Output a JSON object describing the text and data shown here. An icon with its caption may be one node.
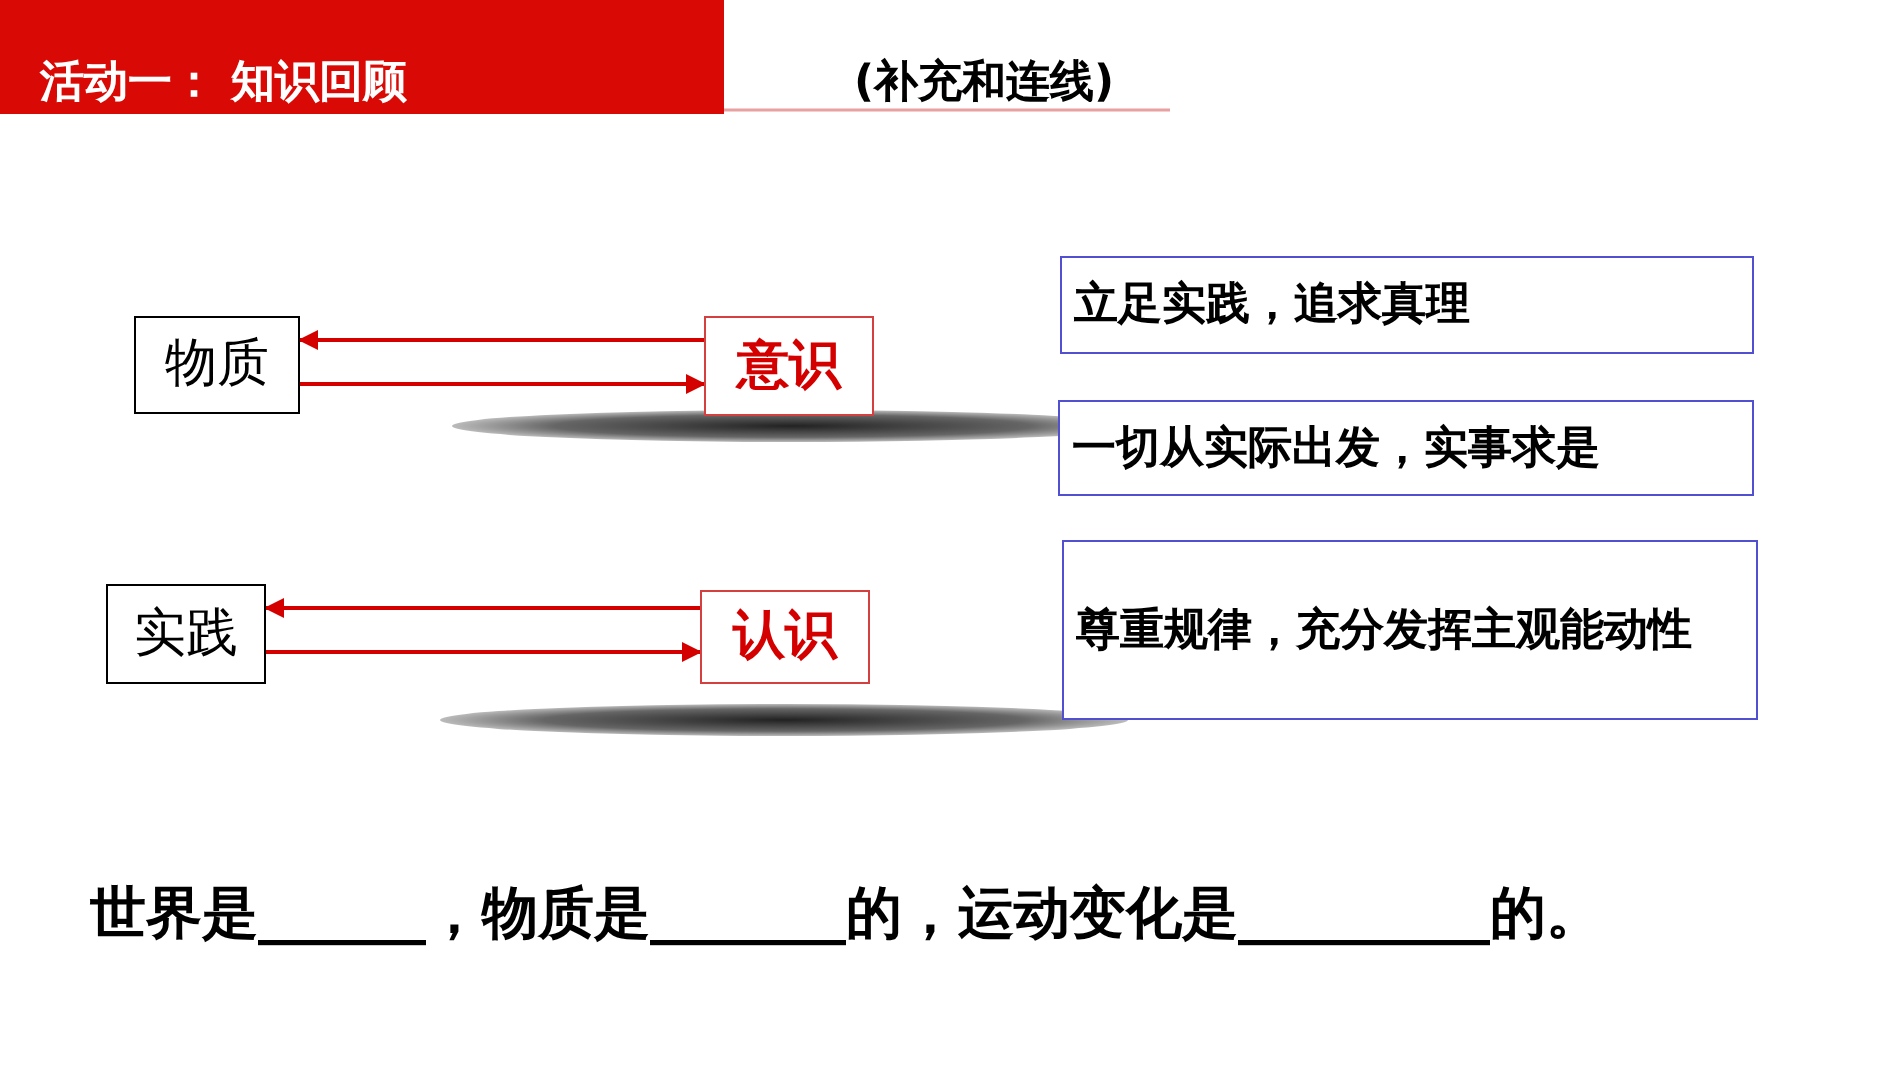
{
  "diagram": {
    "title": "活动一： 知识回顾",
    "nodes": [
      {
        "text": [
          "物质"
        ]
      },
      {
        "text": [
          "意识"
        ]
      },
      {
        "text": [
          "实践"
        ]
      },
      {
        "text": [
          "认识"
        ]
      },
      {
        "text": [
          "立足实践，追求真理"
        ]
      },
      {
        "text": [
          "一切从实际出发，实事求是"
        ]
      },
      {
        "text": [
          "尊重规律，充分发挥主观能动性"
        ]
      }
    ],
    "edges": [
      {
        "from": 1,
        "to": 0,
        "arrow": "to"
      },
      {
        "from": 0,
        "to": 1,
        "arrow": "to"
      },
      {
        "from": 3,
        "to": 2,
        "arrow": "to"
      },
      {
        "from": 2,
        "to": 3,
        "arrow": "to"
      }
    ],
    "labels": [
      "(补充和连线)",
      "世界是______，物质是_______的，运动变化是_________的。"
    ]
  }
}
